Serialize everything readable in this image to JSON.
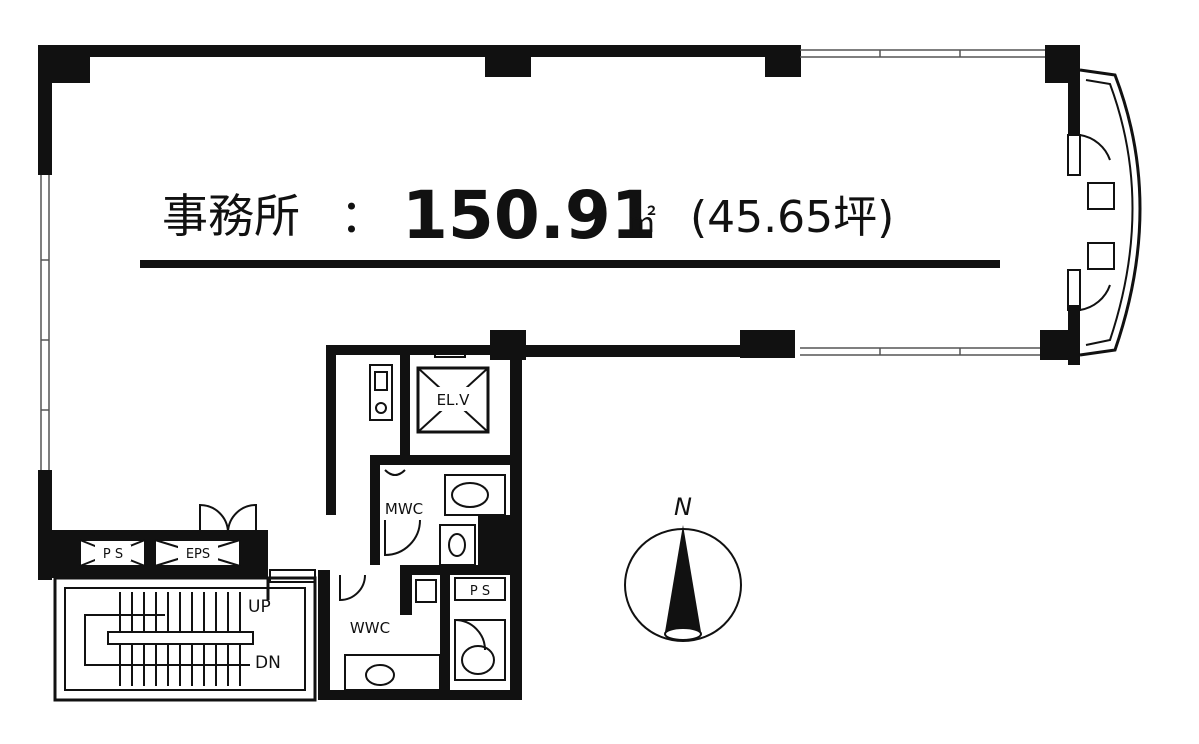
{
  "office": {
    "label": "事務所",
    "separator": "：",
    "area_value": "150.91",
    "area_unit": "㎡",
    "tsubo": "(45.65坪)"
  },
  "rooms": {
    "elevator": "EL.V",
    "mwc": "MWC",
    "wwc": "WWC",
    "ps_left": "P S",
    "eps": "EPS",
    "ps_right": "P S"
  },
  "stairs": {
    "up": "UP",
    "down": "DN"
  },
  "compass": {
    "north": "N"
  }
}
